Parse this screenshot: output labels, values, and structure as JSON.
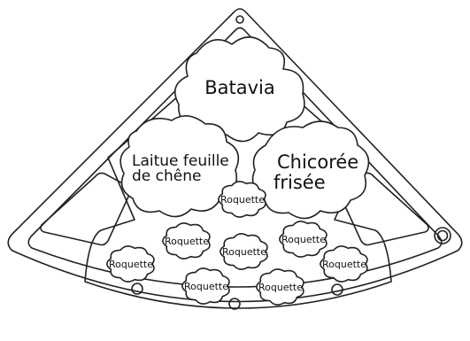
{
  "plants": {
    "batavia": "Batavia",
    "laitue_line1": "Laitue feuille",
    "laitue_line2": "de chêne",
    "chicoree_line1": "Chicorée",
    "chicoree_line2": "frisée",
    "roquette": "Roquette"
  },
  "colors": {
    "stroke": "#222222",
    "background": "#ffffff"
  }
}
